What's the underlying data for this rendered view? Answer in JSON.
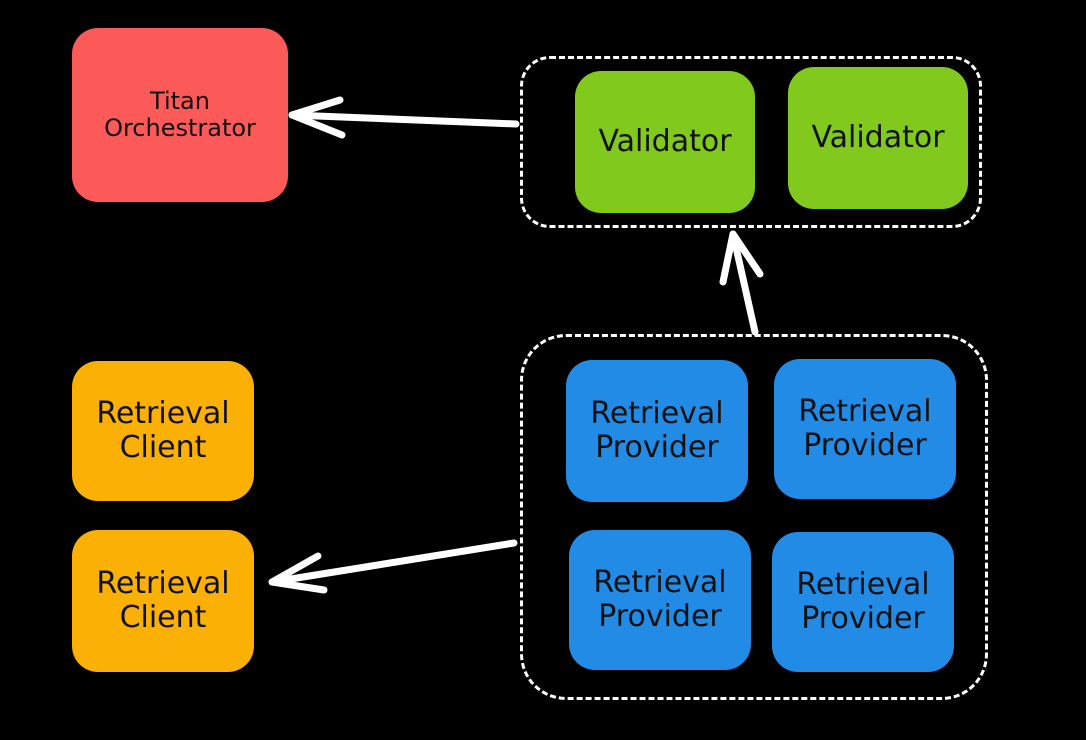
{
  "colors": {
    "background": "#000000",
    "orchestrator": "#fb5a59",
    "validator": "#82c91e",
    "provider": "#228be6",
    "client": "#fab005",
    "connector": "#ffffff"
  },
  "nodes": {
    "orchestrator": {
      "label": "Titan\nOrchestrator"
    },
    "validators": [
      {
        "label": "Validator"
      },
      {
        "label": "Validator"
      }
    ],
    "providers": [
      {
        "label": "Retrieval\nProvider"
      },
      {
        "label": "Retrieval\nProvider"
      },
      {
        "label": "Retrieval\nProvider"
      },
      {
        "label": "Retrieval\nProvider"
      }
    ],
    "clients": [
      {
        "label": "Retrieval\nClient"
      },
      {
        "label": "Retrieval\nClient"
      }
    ]
  },
  "edges": [
    {
      "from": "validator-group",
      "to": "orchestrator"
    },
    {
      "from": "provider-group",
      "to": "validator-group"
    },
    {
      "from": "provider-group",
      "to": "client-2"
    }
  ]
}
